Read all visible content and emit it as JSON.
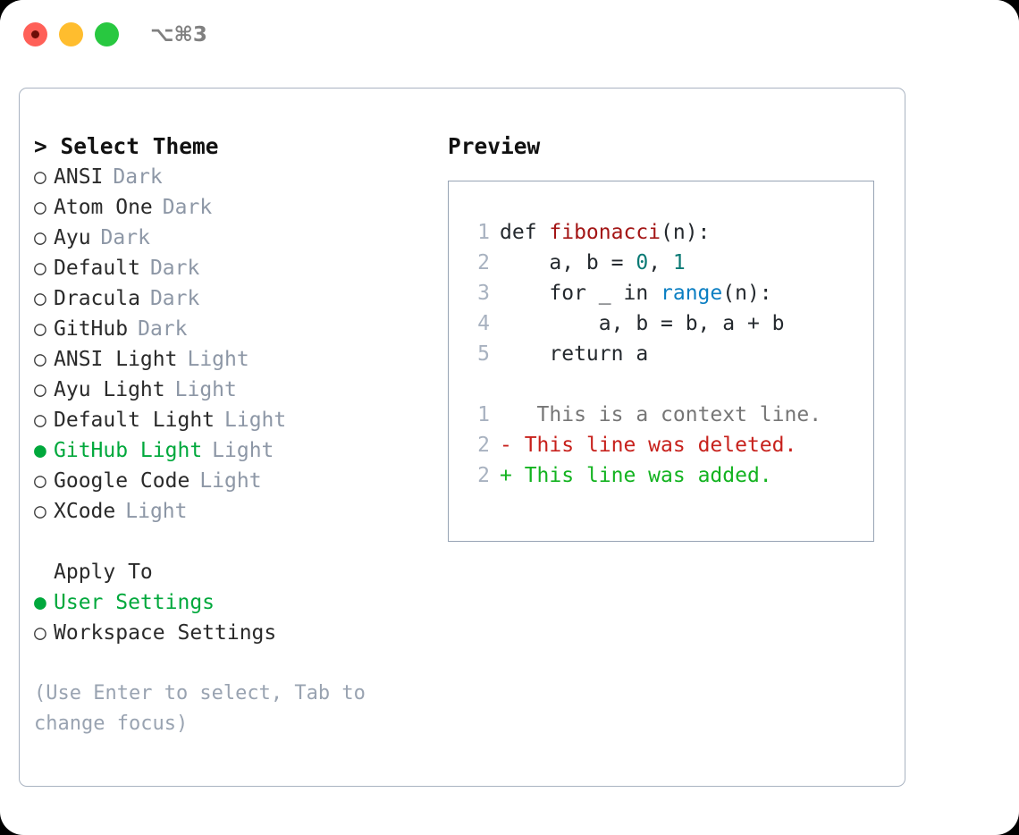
{
  "titlebar": {
    "traffic_lights": [
      {
        "name": "close",
        "color": "#ff6058",
        "recording": true
      },
      {
        "name": "minimize",
        "color": "#ffbd2e",
        "recording": false
      },
      {
        "name": "zoom",
        "color": "#28c840",
        "recording": false
      }
    ],
    "shortcut": "⌥⌘3"
  },
  "left": {
    "heading": "> Select Theme",
    "themes": [
      {
        "label": "ANSI",
        "kind": "Dark",
        "selected": false
      },
      {
        "label": "Atom One",
        "kind": "Dark",
        "selected": false
      },
      {
        "label": "Ayu",
        "kind": "Dark",
        "selected": false
      },
      {
        "label": "Default",
        "kind": "Dark",
        "selected": false
      },
      {
        "label": "Dracula",
        "kind": "Dark",
        "selected": false
      },
      {
        "label": "GitHub",
        "kind": "Dark",
        "selected": false
      },
      {
        "label": "ANSI Light",
        "kind": "Light",
        "selected": false
      },
      {
        "label": "Ayu Light",
        "kind": "Light",
        "selected": false
      },
      {
        "label": "Default Light",
        "kind": "Light",
        "selected": false
      },
      {
        "label": "GitHub Light",
        "kind": "Light",
        "selected": true
      },
      {
        "label": "Google Code",
        "kind": "Light",
        "selected": false
      },
      {
        "label": "XCode",
        "kind": "Light",
        "selected": false
      }
    ],
    "apply_to_title": "Apply To",
    "apply_to": [
      {
        "label": "User Settings",
        "selected": true
      },
      {
        "label": "Workspace Settings",
        "selected": false
      }
    ],
    "hint": "(Use Enter to select, Tab to change focus)",
    "bullet_on": "●",
    "bullet_off": "○"
  },
  "right": {
    "preview_title": "Preview",
    "code": [
      {
        "no": "1",
        "parts": [
          {
            "t": "def ",
            "c": "plain"
          },
          {
            "t": "fibonacci",
            "c": "fn"
          },
          {
            "t": "(n):",
            "c": "plain"
          }
        ]
      },
      {
        "no": "2",
        "parts": [
          {
            "t": "    a, b = ",
            "c": "plain"
          },
          {
            "t": "0",
            "c": "num"
          },
          {
            "t": ", ",
            "c": "plain"
          },
          {
            "t": "1",
            "c": "num"
          }
        ]
      },
      {
        "no": "3",
        "parts": [
          {
            "t": "    for _ in ",
            "c": "plain"
          },
          {
            "t": "range",
            "c": "builtin"
          },
          {
            "t": "(n):",
            "c": "plain"
          }
        ]
      },
      {
        "no": "4",
        "parts": [
          {
            "t": "        a, b = b, a + b",
            "c": "plain"
          }
        ]
      },
      {
        "no": "5",
        "parts": [
          {
            "t": "    return a",
            "c": "plain"
          }
        ]
      }
    ],
    "diff": [
      {
        "no": "1",
        "marker": " ",
        "text": "  This is a context line.",
        "kind": "ctx"
      },
      {
        "no": "2",
        "marker": "-",
        "text": " This line was deleted.",
        "kind": "del"
      },
      {
        "no": "2",
        "marker": "+",
        "text": " This line was added.",
        "kind": "add"
      }
    ]
  },
  "colors": {
    "accent_green": "#00a83c",
    "muted": "#8d97a6",
    "hint": "#99a3b1",
    "border": "#a9b3c1",
    "preview_border": "#97a3b4",
    "diff_add": "#13b320",
    "diff_del": "#c7211c",
    "diff_ctx": "#767676",
    "fn": "#a31515",
    "num": "#0b7a75",
    "builtin": "#0a7ec2"
  }
}
